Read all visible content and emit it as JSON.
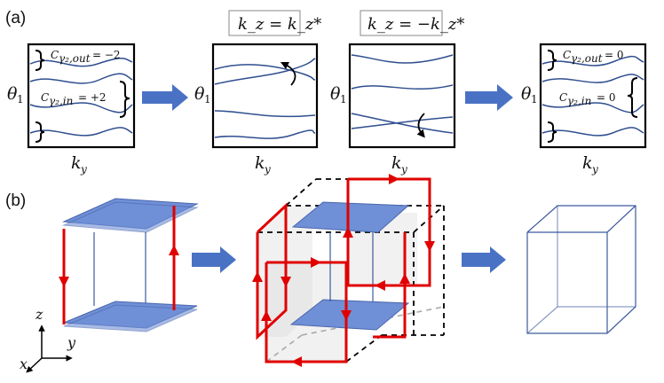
{
  "panel_a": {
    "label": "(a)",
    "theta_symbol": "θ",
    "theta_sub": "1",
    "ky_symbol": "k",
    "ky_sub": "y",
    "kz_plus": "k_z = k_z*",
    "kz_minus": "k_z = −k_z*",
    "c_out_before": "= −2",
    "c_in_before": "= +2",
    "c_out_after": "= 0",
    "c_in_after": "= 0",
    "c_symbol": "C",
    "c_sub_out": "γ₂,out",
    "c_sub_in": "γ₂,in"
  },
  "panel_b": {
    "label": "(b)",
    "axis_z": "z",
    "axis_y": "y",
    "axis_x": "x"
  },
  "colors": {
    "arrow": "#4a72c4",
    "plate": "#6f8fd6",
    "band": "#2f4f8f",
    "red": "#e00000"
  }
}
